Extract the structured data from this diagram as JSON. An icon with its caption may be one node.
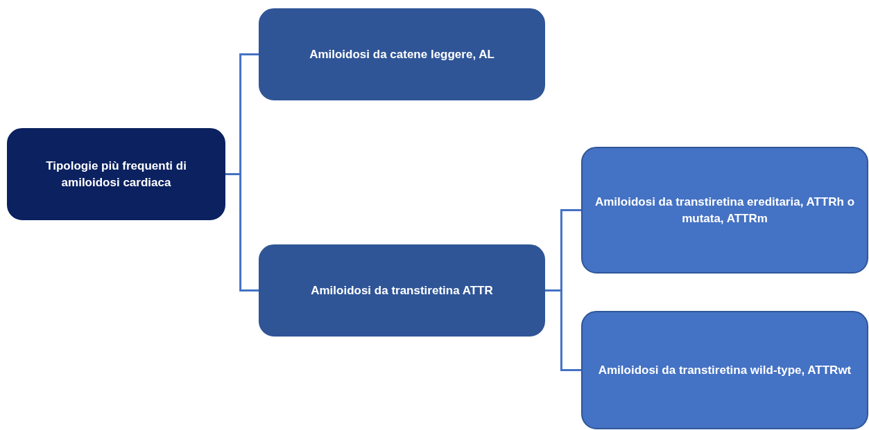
{
  "diagram": {
    "nodes": [
      {
        "text": [
          "Tipologie più frequenti di amiloidosi cardiaca"
        ]
      },
      {
        "text": [
          "Amiloidosi da catene leggere, AL"
        ]
      },
      {
        "text": [
          "Amiloidosi da transtiretina ATTR"
        ]
      },
      {
        "text": [
          "Amiloidosi da transtiretina ereditaria, ATTRh o mutata, ATTRm"
        ]
      },
      {
        "text": [
          "Amiloidosi da transtiretina wild-type, ATTRwt"
        ]
      }
    ],
    "edges": [
      {
        "from": 0,
        "to": 1,
        "arrow": "none"
      },
      {
        "from": 0,
        "to": 2,
        "arrow": "none"
      },
      {
        "from": 2,
        "to": 3,
        "arrow": "none"
      },
      {
        "from": 2,
        "to": 4,
        "arrow": "none"
      }
    ]
  }
}
